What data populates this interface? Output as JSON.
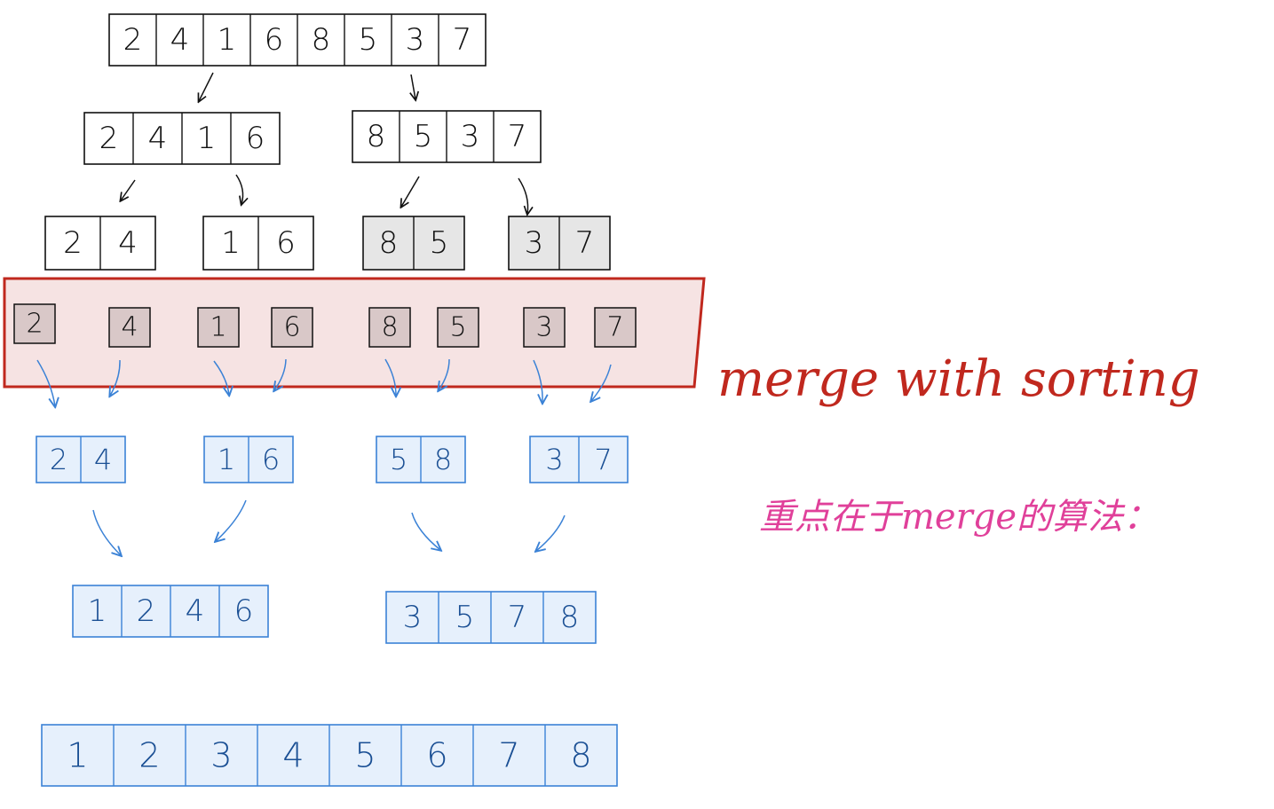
{
  "diagram": {
    "root": [
      "2",
      "4",
      "1",
      "6",
      "8",
      "5",
      "3",
      "7"
    ],
    "split_halves": [
      [
        "2",
        "4",
        "1",
        "6"
      ],
      [
        "8",
        "5",
        "3",
        "7"
      ]
    ],
    "split_pairs": [
      [
        "2",
        "4"
      ],
      [
        "1",
        "6"
      ],
      [
        "8",
        "5"
      ],
      [
        "3",
        "7"
      ]
    ],
    "singles": [
      "2",
      "4",
      "1",
      "6",
      "8",
      "5",
      "3",
      "7"
    ],
    "merged_pairs": [
      [
        "2",
        "4"
      ],
      [
        "1",
        "6"
      ],
      [
        "5",
        "8"
      ],
      [
        "3",
        "7"
      ]
    ],
    "merged_halves": [
      [
        "1",
        "2",
        "4",
        "6"
      ],
      [
        "3",
        "5",
        "7",
        "8"
      ]
    ],
    "final": [
      "1",
      "2",
      "3",
      "4",
      "5",
      "6",
      "7",
      "8"
    ],
    "colors": {
      "ink": "#111111",
      "gray_fill": "#e6e6e6",
      "single_fill": "#d9c8c8",
      "merge_band_fill": "#f6e3e3",
      "merge_band_stroke": "#c0281e",
      "blue_stroke": "#3b82d6",
      "blue_fill": "#e6f0fc",
      "pink": "#e0409a"
    }
  },
  "annotations": {
    "merge_label": "merge with sorting",
    "note": "重点在于merge的算法："
  }
}
